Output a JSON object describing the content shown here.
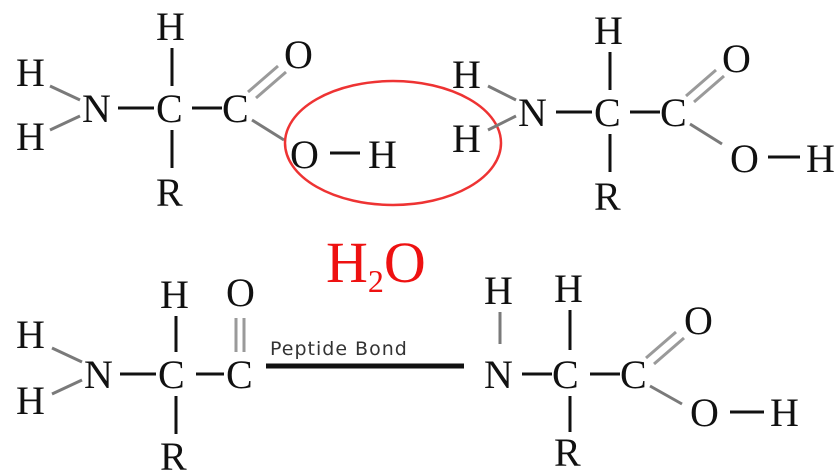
{
  "atoms": {
    "H": "H",
    "N": "N",
    "C": "C",
    "O": "O",
    "R": "R"
  },
  "water": {
    "h": "H",
    "sub": "2",
    "o": "O"
  },
  "peptide_bond_label": "Peptide Bond",
  "colors": {
    "ink": "#111111",
    "highlight": "#ee3333",
    "water": "#ee1111"
  }
}
